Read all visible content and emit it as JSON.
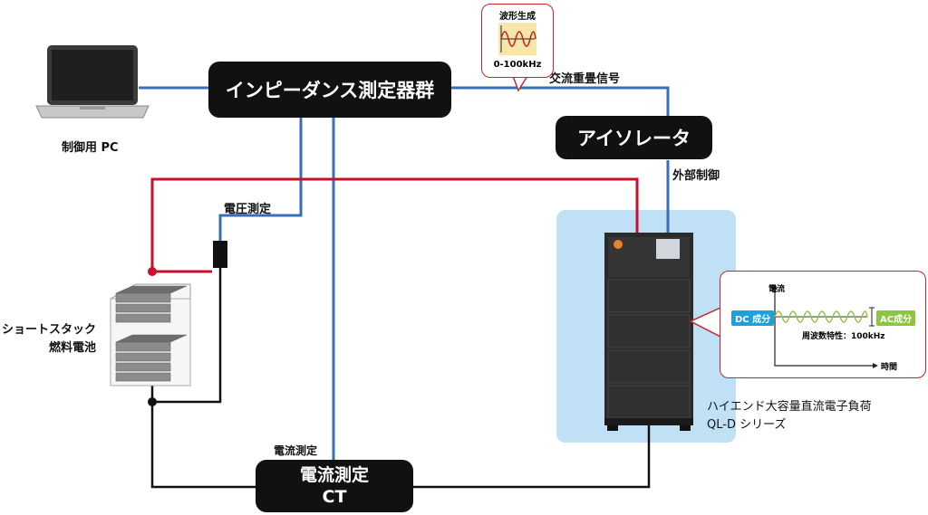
{
  "nodes": {
    "impedance_meter": "インピーダンス測定器群",
    "isolator": "アイソレータ",
    "ct": [
      "電流測定",
      "CT"
    ],
    "pc": "制御用 PC",
    "fuel_cell": [
      "ショートスタック",
      "燃料電池"
    ],
    "load": [
      "ハイエンド大容量直流電子負荷",
      "QL-D シリーズ"
    ]
  },
  "edge_labels": {
    "ac_signal": "交流重畳信号",
    "external_control": "外部制御",
    "voltage_measure": "電圧測定",
    "current_measure": "電流測定"
  },
  "waveform_callout": {
    "title": "波形生成",
    "range": "0-100kHz"
  },
  "current_callout": {
    "y_axis": "電流",
    "x_axis": "時間",
    "dc_tag": "DC 成分",
    "ac_tag": "AC成分",
    "frequency": "周波数特性：100kHz"
  },
  "colors": {
    "signal_line": "#3a6fb8",
    "power_positive": "#c8102e",
    "power_negative": "#111111",
    "load_highlight": "#bfe0f5",
    "dc_tag": "#1fa0d8",
    "ac_tag": "#8cc63e",
    "callout_border": "#c0272d"
  }
}
